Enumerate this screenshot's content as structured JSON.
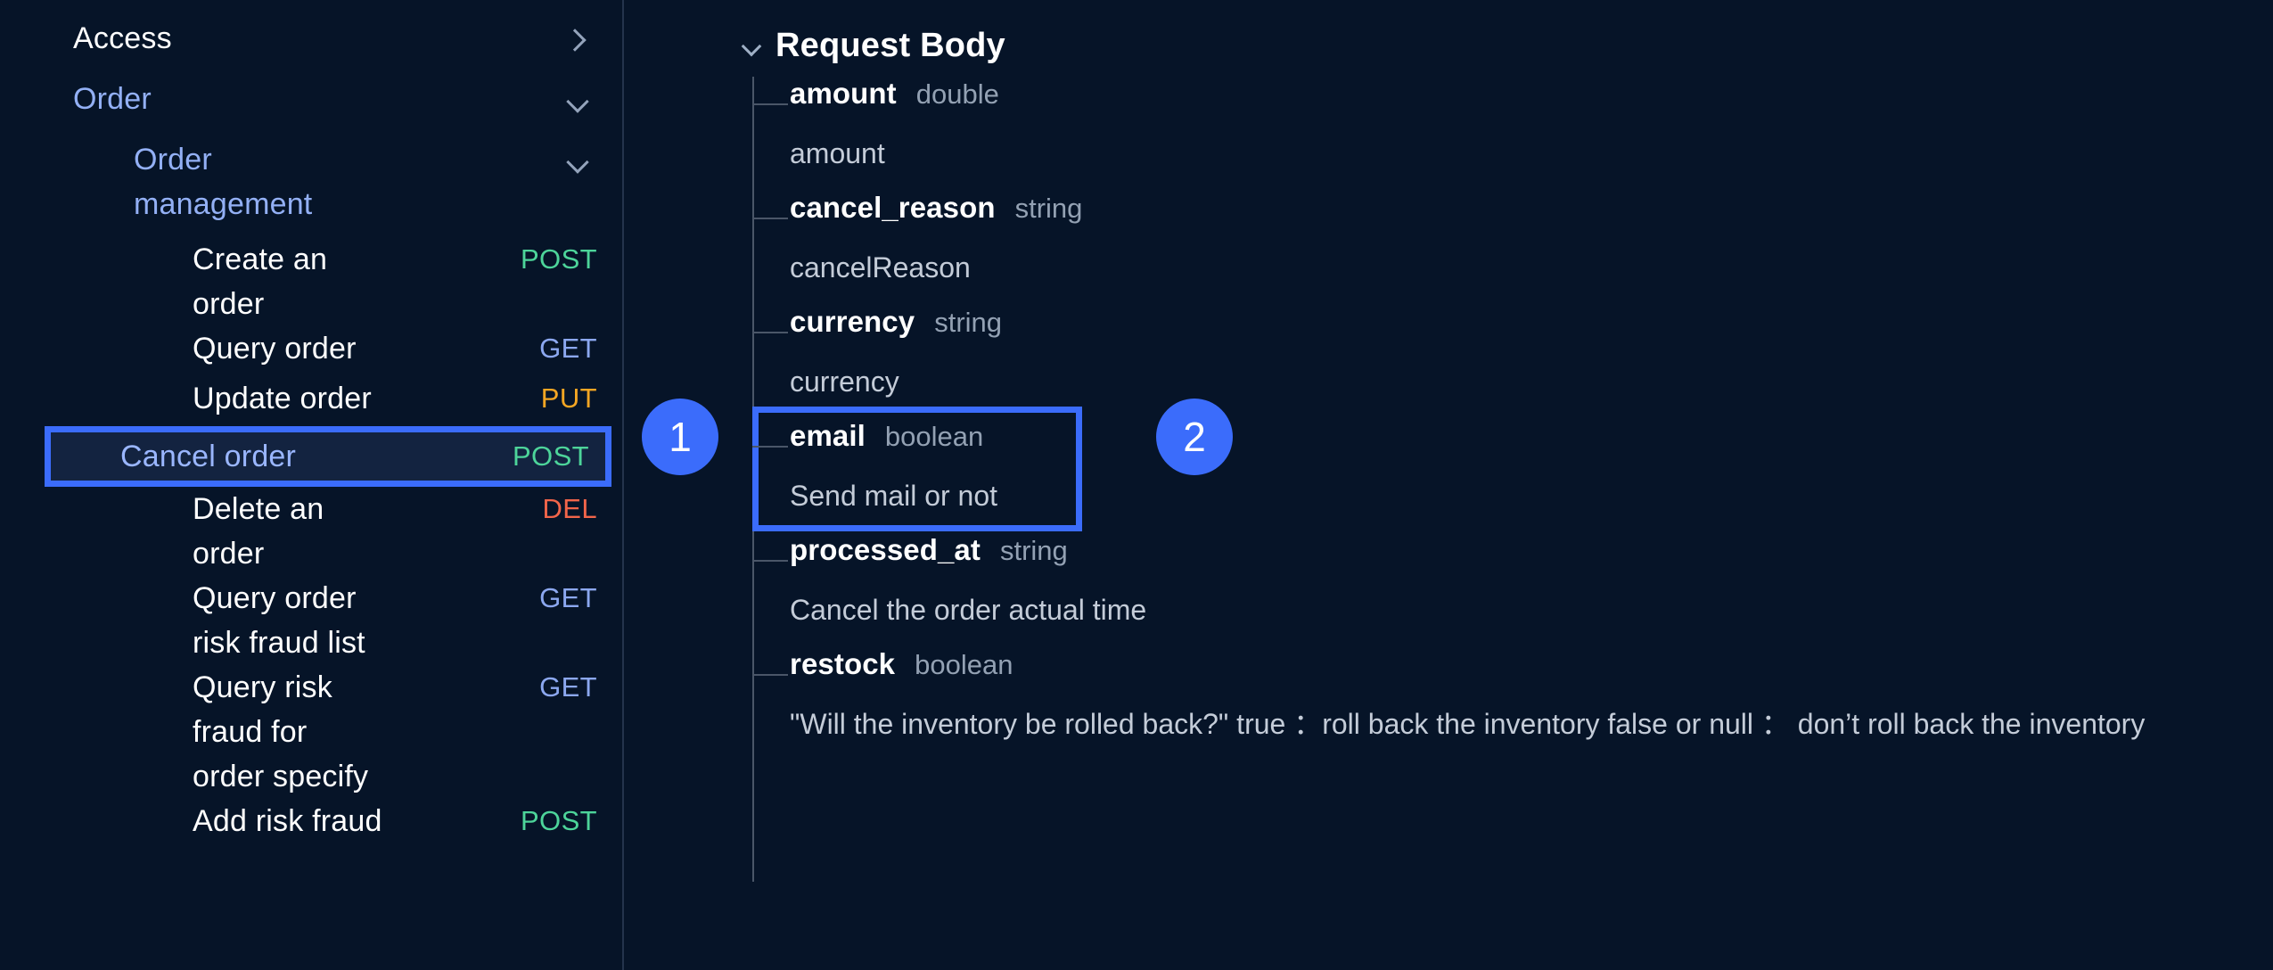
{
  "colors": {
    "background": "#061428",
    "accent": "#3b6cfb",
    "post": "#4dd49a",
    "get": "#8ca8f0",
    "put": "#f5a623",
    "delete": "#f2654a",
    "link": "#93b0f5",
    "muted": "#93a1b3"
  },
  "sidebar": {
    "items": [
      {
        "label": "Access",
        "level": 0,
        "method": "",
        "chevron": "right",
        "tone": "white",
        "selected": false
      },
      {
        "label": "Order",
        "level": 0,
        "method": "",
        "chevron": "down",
        "tone": "blue",
        "selected": false
      },
      {
        "label": "Order management",
        "level": 1,
        "method": "",
        "chevron": "down",
        "tone": "blue",
        "selected": false
      },
      {
        "label": "Create an order",
        "level": 2,
        "method": "POST",
        "chevron": "",
        "tone": "white",
        "selected": false
      },
      {
        "label": "Query order",
        "level": 2,
        "method": "GET",
        "chevron": "",
        "tone": "white",
        "selected": false
      },
      {
        "label": "Update order",
        "level": 2,
        "method": "PUT",
        "chevron": "",
        "tone": "white",
        "selected": false
      },
      {
        "label": "Cancel order",
        "level": 2,
        "method": "POST",
        "chevron": "",
        "tone": "sel",
        "selected": true
      },
      {
        "label": "Delete an order",
        "level": 2,
        "method": "DEL",
        "chevron": "",
        "tone": "white",
        "selected": false
      },
      {
        "label": "Query order risk fraud list",
        "level": 2,
        "method": "GET",
        "chevron": "",
        "tone": "white",
        "selected": false
      },
      {
        "label": "Query risk fraud for order specify",
        "level": 2,
        "method": "GET",
        "chevron": "",
        "tone": "white",
        "selected": false
      },
      {
        "label": "Add risk fraud",
        "level": 2,
        "method": "POST",
        "chevron": "",
        "tone": "white",
        "selected": false
      }
    ]
  },
  "main": {
    "section_title": "Request Body",
    "properties": [
      {
        "name": "amount",
        "type": "double",
        "description": "amount"
      },
      {
        "name": "cancel_reason",
        "type": "string",
        "description": "cancelReason"
      },
      {
        "name": "currency",
        "type": "string",
        "description": "currency"
      },
      {
        "name": "email",
        "type": "boolean",
        "description": "Send mail or not",
        "highlighted": true
      },
      {
        "name": "processed_at",
        "type": "string",
        "description": "Cancel the order actual time"
      },
      {
        "name": "restock",
        "type": "boolean",
        "description": "\"Will the inventory be rolled back?\" true ：roll back the inventory false or null ： don’t roll back the inventory"
      }
    ]
  },
  "annotations": {
    "badges": [
      {
        "id": "badge-1",
        "label": "1"
      },
      {
        "id": "badge-2",
        "label": "2"
      }
    ]
  }
}
